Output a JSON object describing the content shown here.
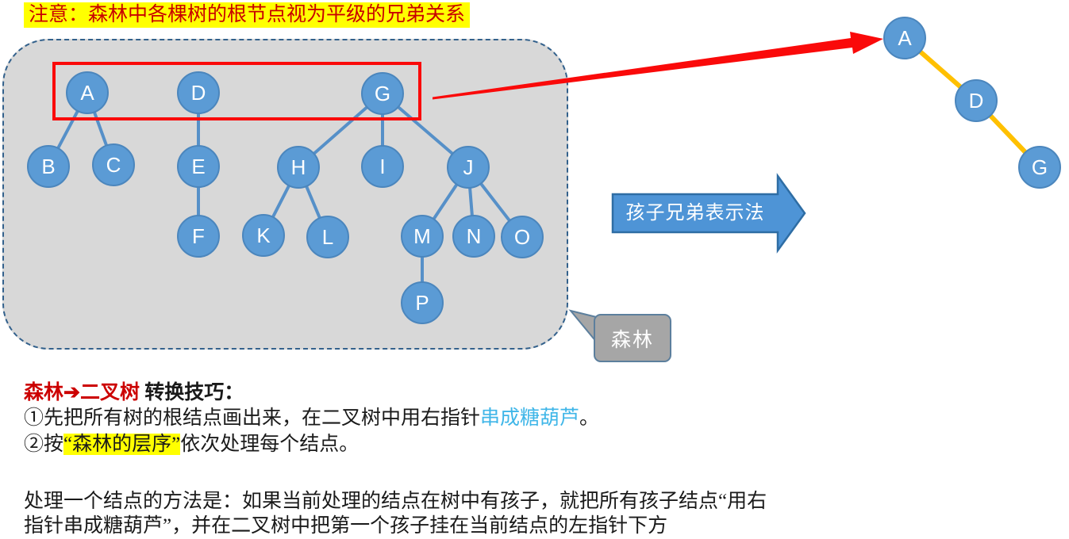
{
  "title": {
    "text": "注意：森林中各棵树的根节点视为平级的兄弟关系"
  },
  "forest": {
    "callout_label": "森林",
    "nodes": [
      {
        "id": "A",
        "label": "A"
      },
      {
        "id": "D",
        "label": "D"
      },
      {
        "id": "G",
        "label": "G"
      },
      {
        "id": "B",
        "label": "B"
      },
      {
        "id": "C",
        "label": "C"
      },
      {
        "id": "E",
        "label": "E"
      },
      {
        "id": "H",
        "label": "H"
      },
      {
        "id": "I",
        "label": "I"
      },
      {
        "id": "J",
        "label": "J"
      },
      {
        "id": "F",
        "label": "F"
      },
      {
        "id": "K",
        "label": "K"
      },
      {
        "id": "L",
        "label": "L"
      },
      {
        "id": "M",
        "label": "M"
      },
      {
        "id": "N",
        "label": "N"
      },
      {
        "id": "O",
        "label": "O"
      },
      {
        "id": "P",
        "label": "P"
      }
    ],
    "edges": [
      [
        "A",
        "B"
      ],
      [
        "A",
        "C"
      ],
      [
        "D",
        "E"
      ],
      [
        "E",
        "F"
      ],
      [
        "G",
        "H"
      ],
      [
        "G",
        "I"
      ],
      [
        "G",
        "J"
      ],
      [
        "H",
        "K"
      ],
      [
        "H",
        "L"
      ],
      [
        "J",
        "M"
      ],
      [
        "J",
        "N"
      ],
      [
        "J",
        "O"
      ],
      [
        "M",
        "P"
      ]
    ]
  },
  "binary_tree": {
    "nodes": [
      {
        "label": "A"
      },
      {
        "label": "D"
      },
      {
        "label": "G"
      }
    ],
    "edges": [
      [
        "A",
        "D"
      ],
      [
        "D",
        "G"
      ]
    ]
  },
  "transform_arrow": {
    "label": "孩子兄弟表示法"
  },
  "notes": {
    "heading_red": "森林➔二叉树",
    "heading_black": " 转换技巧：",
    "step1_prefix": "①先把所有树的根结点画出来，在二叉树中用右指针",
    "step1_cyan": "串成糖葫芦",
    "step1_suffix": "。",
    "step2_prefix": "②按",
    "step2_highlight": "“森林的层序”",
    "step2_suffix": "依次处理每个结点。",
    "para_line1": "处理一个结点的方法是：如果当前处理的结点在树中有孩子，就把所有孩子结点“用右",
    "para_line2": "指针串成糖葫芦”，并在二叉树中把第一个孩子挂在当前结点的左指针下方"
  },
  "colors": {
    "node_fill": "#5B9BD5",
    "edge_blue": "#5690C8",
    "binary_link_orange": "#FFC000",
    "annotation_red": "#FA0A0A",
    "highlight_yellow": "#FFFF00",
    "cyan_text": "#3FB6E8",
    "forest_bg": "#D8D8D8",
    "forest_border": "#33618C",
    "callout_gray": "#A6A6A6",
    "block_arrow_blue": "#4E94D6"
  }
}
